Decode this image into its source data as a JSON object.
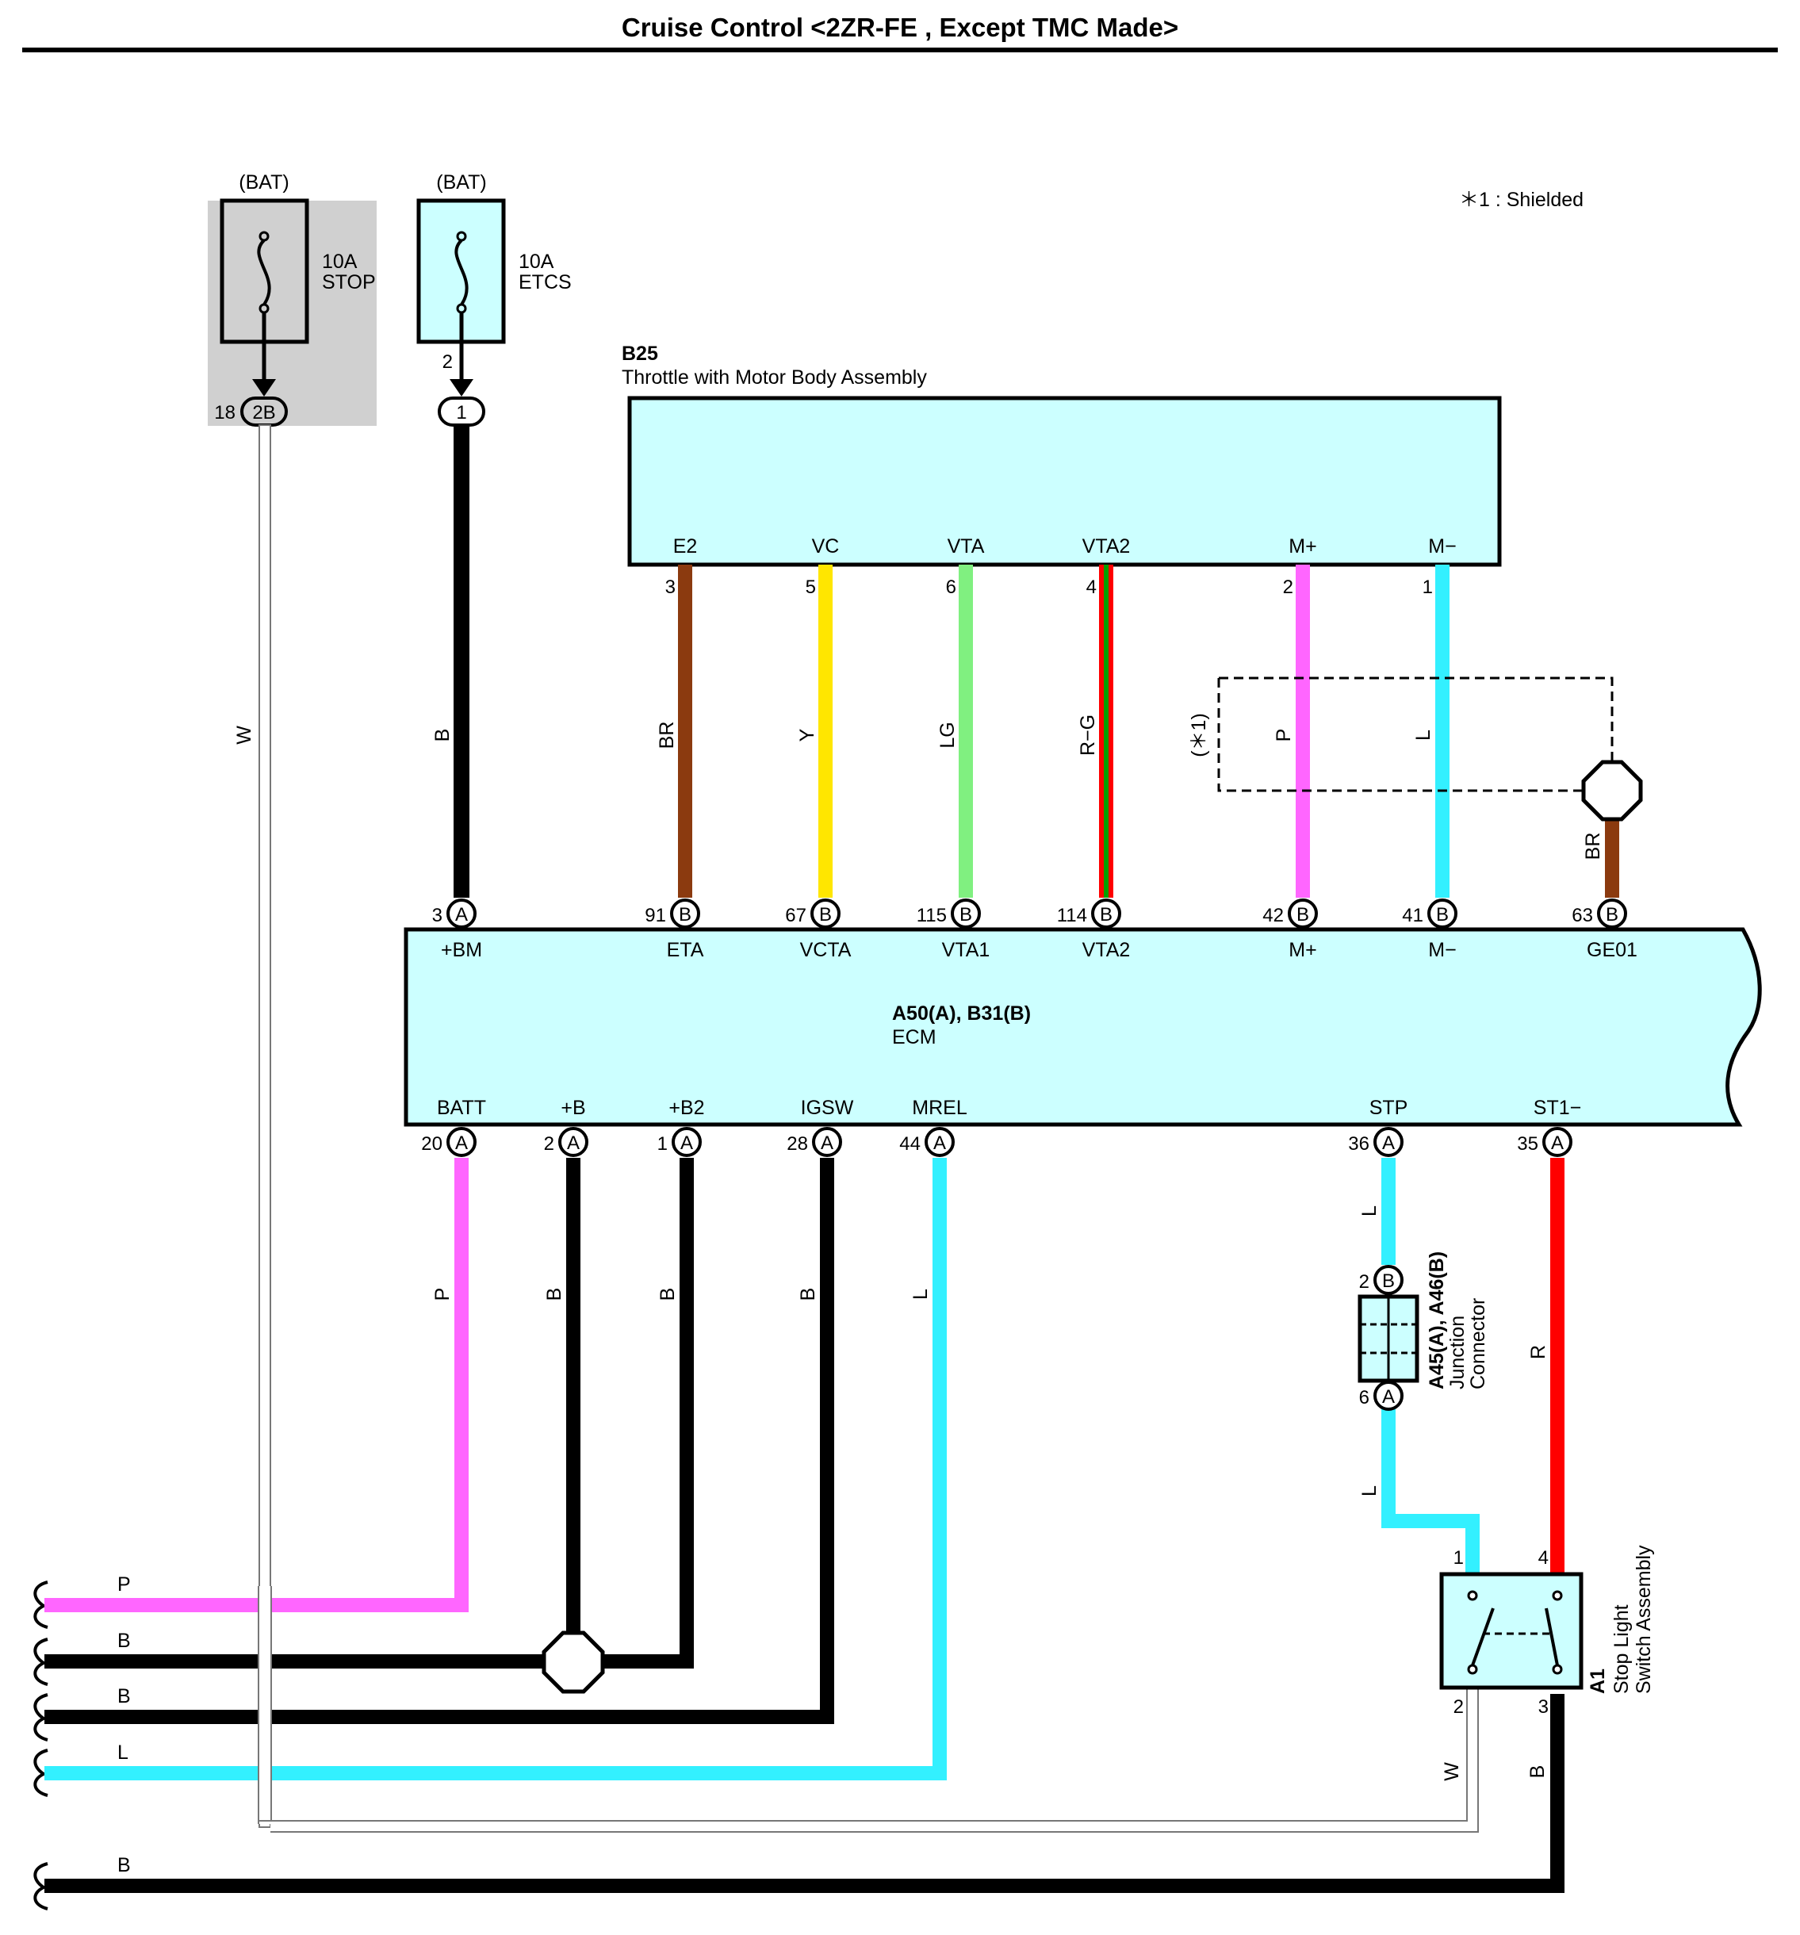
{
  "title": "Cruise Control <2ZR-FE , Except TMC Made>",
  "legend": "＊1 : Shielded",
  "colors": {
    "W": "#ffffff",
    "B": "#000000",
    "BR": "#8b3a0f",
    "Y": "#ffe600",
    "LG": "#80f080",
    "R": "#ff0000",
    "G": "#00a000",
    "P": "#ff66ff",
    "L": "#33f0ff",
    "box": "#ccffff",
    "shade": "#d0d0d0"
  },
  "fuses": [
    {
      "supply": "(BAT)",
      "rating": "10A",
      "name": "STOP"
    },
    {
      "supply": "(BAT)",
      "rating": "10A",
      "name": "ETCS"
    }
  ],
  "fuse_connectors": {
    "stop": {
      "pin": "18",
      "conn": "2B"
    },
    "etcs": {
      "top_pin": "2",
      "conn": "1"
    }
  },
  "throttle": {
    "code": "B25",
    "name": "Throttle with Motor Body Assembly",
    "terminals": [
      {
        "label": "E2",
        "pin": "3"
      },
      {
        "label": "VC",
        "pin": "5"
      },
      {
        "label": "VTA",
        "pin": "6"
      },
      {
        "label": "VTA2",
        "pin": "4"
      },
      {
        "label": "M+",
        "pin": "2"
      },
      {
        "label": "M−",
        "pin": "1"
      }
    ]
  },
  "ecm": {
    "code": "A50(A), B31(B)",
    "name": "ECM",
    "top_terminals": [
      {
        "label": "+BM",
        "pin": "3",
        "conn": "A"
      },
      {
        "label": "ETA",
        "pin": "91",
        "conn": "B"
      },
      {
        "label": "VCTA",
        "pin": "67",
        "conn": "B"
      },
      {
        "label": "VTA1",
        "pin": "115",
        "conn": "B"
      },
      {
        "label": "VTA2",
        "pin": "114",
        "conn": "B"
      },
      {
        "label": "M+",
        "pin": "42",
        "conn": "B"
      },
      {
        "label": "M−",
        "pin": "41",
        "conn": "B"
      },
      {
        "label": "GE01",
        "pin": "63",
        "conn": "B"
      }
    ],
    "bottom_terminals": [
      {
        "label": "BATT",
        "pin": "20",
        "conn": "A"
      },
      {
        "label": "+B",
        "pin": "2",
        "conn": "A"
      },
      {
        "label": "+B2",
        "pin": "1",
        "conn": "A"
      },
      {
        "label": "IGSW",
        "pin": "28",
        "conn": "A"
      },
      {
        "label": "MREL",
        "pin": "44",
        "conn": "A"
      },
      {
        "label": "STP",
        "pin": "36",
        "conn": "A"
      },
      {
        "label": "ST1−",
        "pin": "35",
        "conn": "A"
      }
    ]
  },
  "wire_labels": {
    "stop_w": "W",
    "etcs_b": "B",
    "e2": "BR",
    "vc": "Y",
    "vta": "LG",
    "vta2": "R−G",
    "shield": "(＊1)",
    "mplus": "P",
    "mminus": "L",
    "ge01": "BR",
    "batt": "P",
    "b": "B",
    "b2": "B",
    "igsw": "B",
    "mrel": "L",
    "stp_upper": "L",
    "stp_lower": "L",
    "st1": "R",
    "sw_w": "W",
    "sw_b": "B"
  },
  "junction": {
    "code": "A45(A), A46(B)",
    "name1": "Junction",
    "name2": "Connector",
    "top_pin": "2",
    "top_conn": "B",
    "bottom_pin": "6",
    "bottom_conn": "A"
  },
  "switch": {
    "code": "A1",
    "name1": "Stop Light",
    "name2": "Switch Assembly",
    "pins": [
      "1",
      "4",
      "2",
      "3"
    ]
  },
  "left_wires": [
    "P",
    "B",
    "B",
    "L",
    "B"
  ]
}
